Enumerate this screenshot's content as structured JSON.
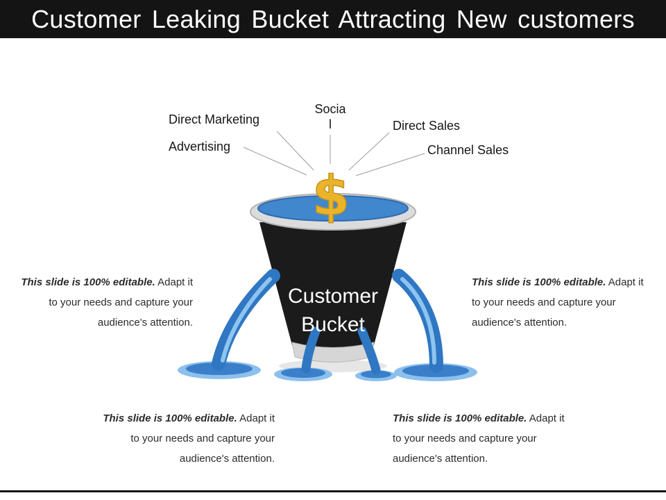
{
  "header": {
    "title": "Customer Leaking Bucket Attracting New customers"
  },
  "labels": {
    "direct_marketing": "Direct Marketing",
    "advertising": "Advertising",
    "social": "Socia\nl",
    "direct_sales": "Direct Sales",
    "channel_sales": "Channel Sales"
  },
  "bucket": {
    "line1": "Customer",
    "line2": "Bucket",
    "currency": "$"
  },
  "note": {
    "lead": "This slide is 100% editable.",
    "rest": "Adapt it to your needs and capture your audience's attention."
  },
  "colors": {
    "header_bg": "#141414",
    "bucket_body": "#1b1b1b",
    "water_blue": "#4187ce",
    "stream_blue": "#2f77c2",
    "puddle_light": "#8cc0ed",
    "gold": "#eab42a"
  }
}
